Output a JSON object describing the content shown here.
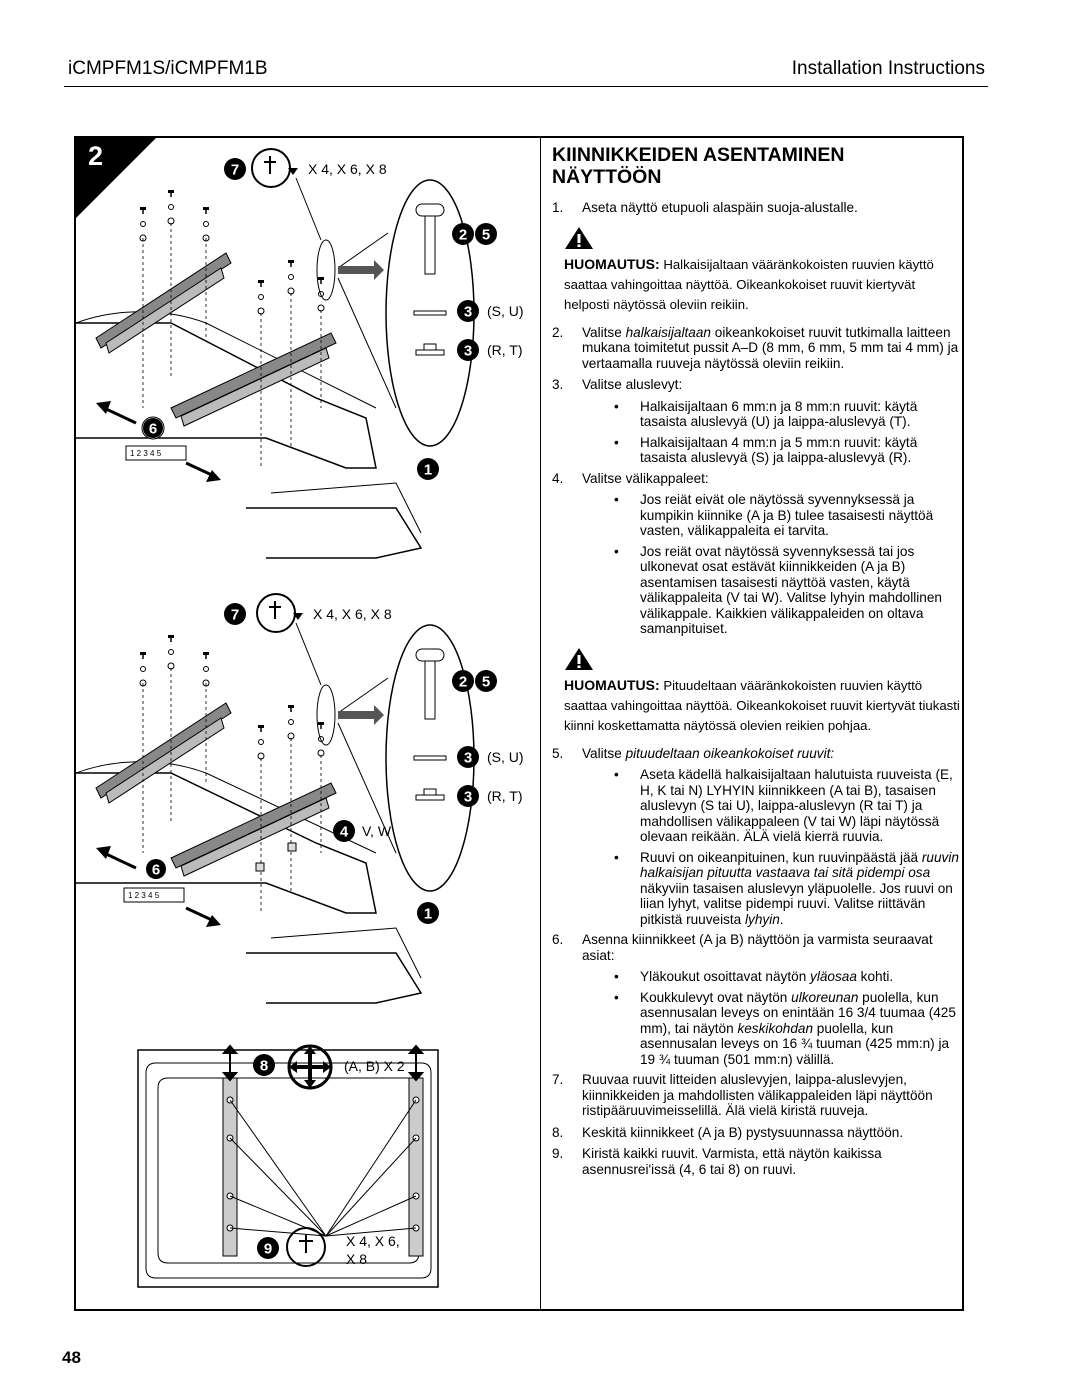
{
  "header": {
    "model": "iCMPFM1S/iCMPFM1B",
    "doc_type": "Installation Instructions"
  },
  "step": "2",
  "page_number": "48",
  "figure": {
    "top": {
      "badge_7": "7",
      "label_7": "X 4, X 6, X 8",
      "badge_2": "2",
      "badge_5": "5",
      "badge_3a": "3",
      "label_3a": "(S, U)",
      "badge_3b": "3",
      "label_3b": "(R, T)",
      "badge_6": "6",
      "badge_1": "1",
      "ruler": "1 2 3 4 5"
    },
    "middle": {
      "badge_7": "7",
      "label_7": "X 4, X 6, X 8",
      "badge_2": "2",
      "badge_5": "5",
      "badge_3a": "3",
      "label_3a": "(S, U)",
      "badge_3b": "3",
      "label_3b": "(R, T)",
      "badge_4": "4",
      "label_4": "V, W",
      "badge_6": "6",
      "badge_1": "1",
      "ruler": "1 2 3 4 5"
    },
    "bottom": {
      "badge_8": "8",
      "label_8": "(A, B) X 2",
      "badge_9": "9",
      "label_9a": "X 4, X 6,",
      "label_9b": "X 8"
    }
  },
  "title_line1": "KIINNIKKEIDEN ASENTAMINEN",
  "title_line2": "NÄYTTÖÖN",
  "s1_n": "1.",
  "s1": "Aseta näyttö etupuoli alaspäin suoja-alustalle.",
  "warn1_head": "HUOMAUTUS:",
  "warn1_body": "Halkaisijaltaan vääränkokoisten ruuvien käyttö saattaa vahingoittaa näyttöä. Oikeankokoiset ruuvit kiertyvät helposti näytössä oleviin reikiin.",
  "s2_n": "2.",
  "s2_a": "Valitse ",
  "s2_i": "halkaisijaltaan",
  "s2_b": " oikeankokoiset ruuvit tutkimalla laitteen mukana toimitetut pussit A–D (8 mm, 6 mm, 5 mm tai 4 mm) ja vertaamalla ruuveja näytössä oleviin reikiin.",
  "s3_n": "3.",
  "s3": "Valitse aluslevyt:",
  "s3_b1": "Halkaisijaltaan 6 mm:n ja 8 mm:n ruuvit: käytä tasaista aluslevyä (U) ja laippa-aluslevyä (T).",
  "s3_b2": "Halkaisijaltaan 4 mm:n ja 5 mm:n ruuvit: käytä tasaista aluslevyä (S) ja laippa-aluslevyä (R).",
  "s4_n": "4.",
  "s4": "Valitse välikappaleet:",
  "s4_b1": "Jos reiät eivät ole näytössä syvennyksessä ja kumpikin kiinnike (A ja B) tulee tasaisesti näyttöä vasten, välikappaleita ei tarvita.",
  "s4_b2": "Jos reiät ovat näytössä syvennyksessä tai jos ulkonevat osat estävät kiinnikkeiden (A ja B) asentamisen tasaisesti näyttöä vasten, käytä välikappaleita (V tai W). Valitse lyhyin mahdollinen välikappale. Kaikkien välikappaleiden on oltava samanpituiset.",
  "warn2_head": "HUOMAUTUS:",
  "warn2_body": "Pituudeltaan vääränkokoisten ruuvien käyttö saattaa vahingoittaa näyttöä. Oikeankokoiset ruuvit kiertyvät tiukasti kiinni koskettamatta näytössä olevien reikien pohjaa.",
  "s5_n": "5.",
  "s5_a": "Valitse ",
  "s5_i": "pituudeltaan oikeankokoiset ruuvit:",
  "s5_b1": "Aseta kädellä halkaisijaltaan halutuista ruuveista (E, H, K tai N) LYHYIN kiinnikkeen (A tai B), tasaisen aluslevyn (S tai U), laippa-aluslevyn (R tai T) ja mahdollisen välikappaleen (V tai W) läpi näytössä olevaan reikään. ÄLÄ vielä kierrä ruuvia.",
  "s5_b2_a": "Ruuvi on oikeanpituinen, kun ruuvinpäästä jää ",
  "s5_b2_i": "ruuvin halkaisijan pituutta vastaava tai sitä pidempi osa",
  "s5_b2_b": " näkyviin tasaisen aluslevyn yläpuolelle. Jos ruuvi on liian lyhyt, valitse pidempi ruuvi. Valitse riittävän pitkistä ruuveista ",
  "s5_b2_i2": "lyhyin",
  "s5_b2_c": ".",
  "s6_n": "6.",
  "s6": "Asenna kiinnikkeet (A ja B) näyttöön ja varmista seuraavat asiat:",
  "s6_b1_a": "Yläkoukut osoittavat näytön ",
  "s6_b1_i": "yläosaa",
  "s6_b1_b": " kohti.",
  "s6_b2_a": "Koukkulevyt ovat näytön ",
  "s6_b2_i": "ulkoreunan",
  "s6_b2_b": " puolella, kun asennusalan leveys on enintään 16 3/4 tuumaa (425 mm), tai näytön ",
  "s6_b2_i2": "keskikohdan",
  "s6_b2_c": " puolella, kun asennusalan leveys on 16 ¾ tuuman (425 mm:n) ja 19 ¾ tuuman (501 mm:n) välillä.",
  "s7_n": "7.",
  "s7": "Ruuvaa ruuvit litteiden aluslevyjen, laippa-aluslevyjen, kiinnikkeiden ja mahdollisten välikappaleiden läpi näyttöön ristipääruuvimeisselillä. Älä vielä kiristä ruuveja.",
  "s8_n": "8.",
  "s8": "Keskitä kiinnikkeet (A ja B) pystysuunnassa näyttöön.",
  "s9_n": "9.",
  "s9": "Kiristä kaikki ruuvit. Varmista, että näytön kaikissa asennusrei'issä (4, 6 tai 8) on ruuvi."
}
